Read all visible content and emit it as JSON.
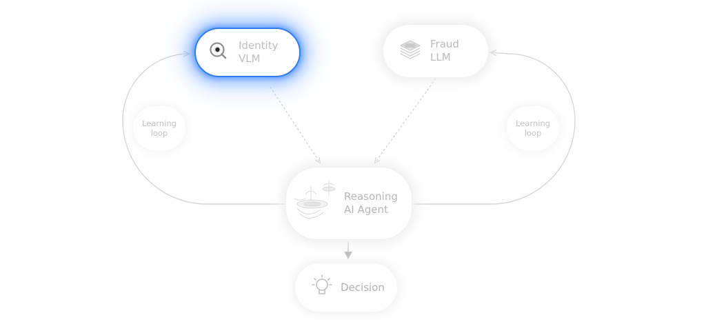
{
  "nodes": {
    "identity": {
      "line1": "Identity",
      "line2": "VLM",
      "icon": "eye-magnifier-icon",
      "accent": "#2f7cf0"
    },
    "fraud": {
      "line1": "Fraud",
      "line2": "LLM",
      "icon": "layers-icon"
    },
    "reasoning": {
      "line1": "Reasoning",
      "line2": "AI Agent",
      "icon": "abstract-figure-icon"
    },
    "decision": {
      "line1": "Decision",
      "icon": "lightbulb-icon"
    }
  },
  "loops": {
    "left": {
      "line1": "Learning",
      "line2": "loop"
    },
    "right": {
      "line1": "Learning",
      "line2": "loop"
    }
  },
  "colors": {
    "highlight": "#2f7cf0",
    "connector": "#d4d4d4",
    "text": "#b9b9b9"
  }
}
